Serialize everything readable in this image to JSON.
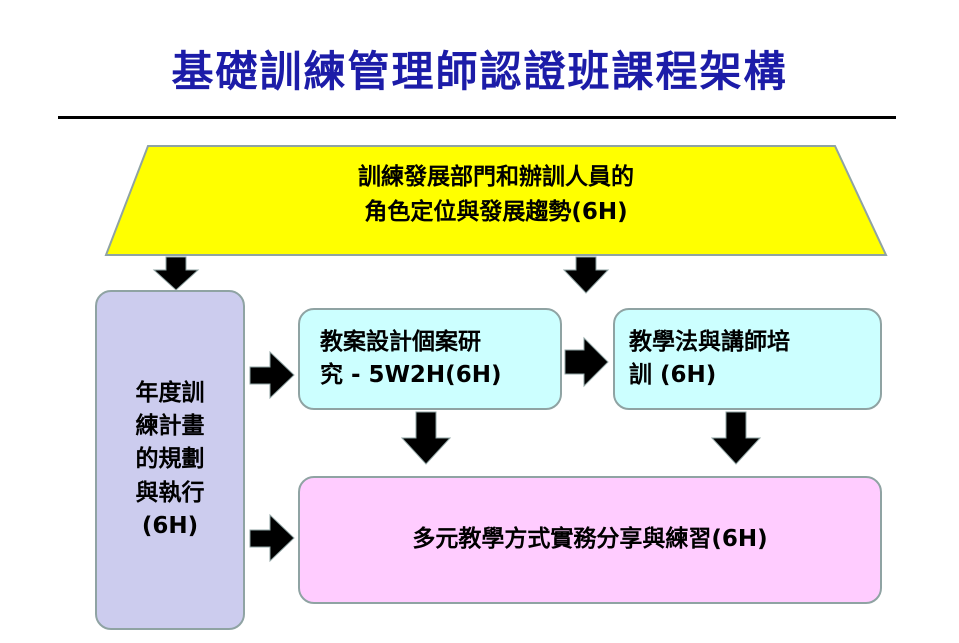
{
  "title": "基礎訓練管理師認證班課程架構",
  "top": {
    "line1": "訓練發展部門和辦訓人員的",
    "line2": "角色定位與發展趨勢(6H)"
  },
  "left": {
    "lines": [
      "年度訓",
      "練計畫",
      "的規劃",
      "與執行",
      "(6H)"
    ]
  },
  "case": {
    "line1": "教案設計個案研",
    "line2": "究 - 5W2H(6H)"
  },
  "teach": {
    "line1": "教學法與講師培",
    "line2": "訓 (6H)"
  },
  "bottom": {
    "label": "多元教學方式實務分享與練習(6H)"
  },
  "colors": {
    "title": "#1c1ca8",
    "top": "#ffff00",
    "left": "#ccccee",
    "mid": "#ccffff",
    "bottom": "#ffccff"
  }
}
